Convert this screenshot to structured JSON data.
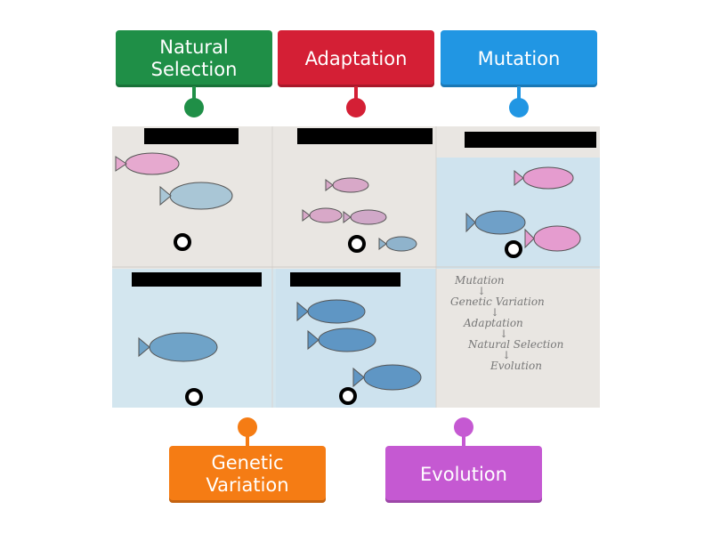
{
  "labels": [
    {
      "text": "Natural Selection",
      "color": "#1f8f47"
    },
    {
      "text": "Adaptation",
      "color": "#d41f35"
    },
    {
      "text": "Mutation",
      "color": "#2196e3"
    },
    {
      "text": "Genetic Variation",
      "color": "#f57c14"
    },
    {
      "text": "Evolution",
      "color": "#c559d2"
    }
  ],
  "handwriting": [
    "Mutation",
    "↓",
    "Genetic Variation",
    "↓",
    "Adaptation",
    "↓",
    "Natural Selection",
    "↓",
    "Evolution"
  ]
}
